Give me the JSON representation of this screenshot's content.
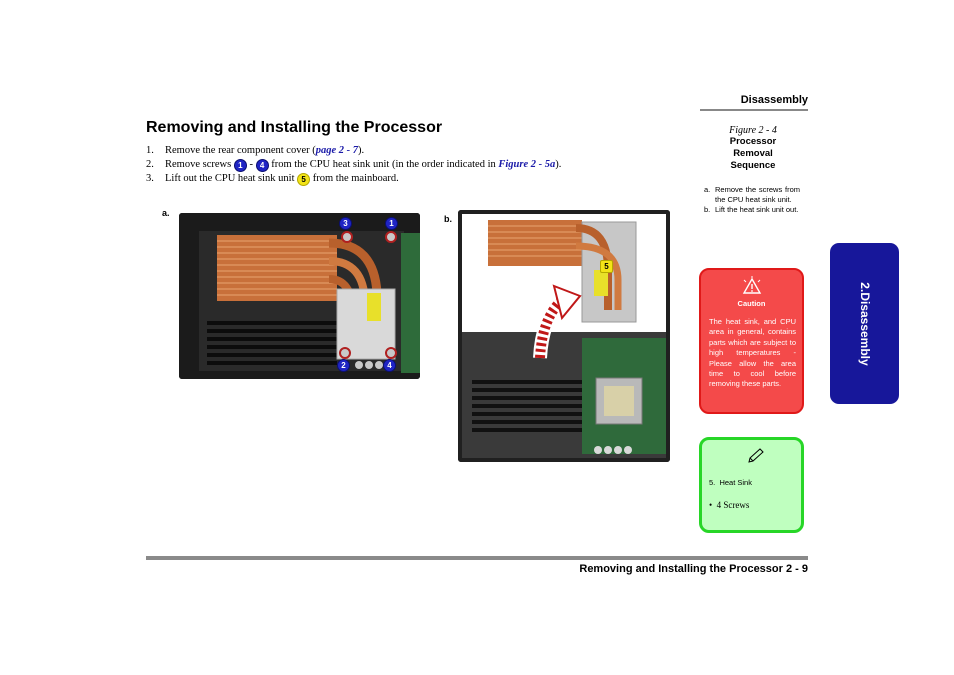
{
  "header": {
    "section": "Disassembly"
  },
  "title": "Removing and Installing the Processor",
  "steps": [
    {
      "num": "1.",
      "pre": "Remove the rear component cover (",
      "link": "page 2 - 7",
      "post": ")."
    },
    {
      "num": "2.",
      "pre": "Remove screws",
      "badge_start": "1",
      "dash": "-",
      "badge_end": "4",
      "mid": "from the CPU heat sink unit (in the order indicated in",
      "link": "Figure 2 - 5a",
      "post": ")."
    },
    {
      "num": "3.",
      "pre": "Lift out the CPU heat sink unit",
      "badge": "5",
      "post": "from the mainboard."
    }
  ],
  "figure": {
    "number": "Figure 2 - 4",
    "title_lines": [
      "Processor",
      "Removal",
      "Sequence"
    ],
    "notes": [
      {
        "label": "a.",
        "text": "Remove the screws from the CPU heat sink unit."
      },
      {
        "label": "b.",
        "text": "Lift the heat sink unit out."
      }
    ]
  },
  "photos": {
    "a": {
      "label": "a.",
      "screw_labels": [
        "3",
        "1",
        "2",
        "4"
      ]
    },
    "b": {
      "label": "b.",
      "callout": "5"
    }
  },
  "caution": {
    "title": "Caution",
    "text": "The heat sink, and CPU area in general, contains parts which are subject to high temperatures - Please allow the area time to cool before removing these parts."
  },
  "note_box": {
    "item_num": "5.",
    "item_text": "Heat Sink",
    "bullet": "•",
    "bullet_text": "4 Screws"
  },
  "side_tab": "2.Disassembly",
  "footer": {
    "text": "Removing and Installing the Processor 2 - 9"
  },
  "colors": {
    "accent_blue": "#17179a",
    "caution_red": "#f44a4a",
    "note_green": "#bfffbf",
    "link": "#1a1aa8"
  },
  "icons": [
    "caution-icon",
    "pencil-icon"
  ]
}
